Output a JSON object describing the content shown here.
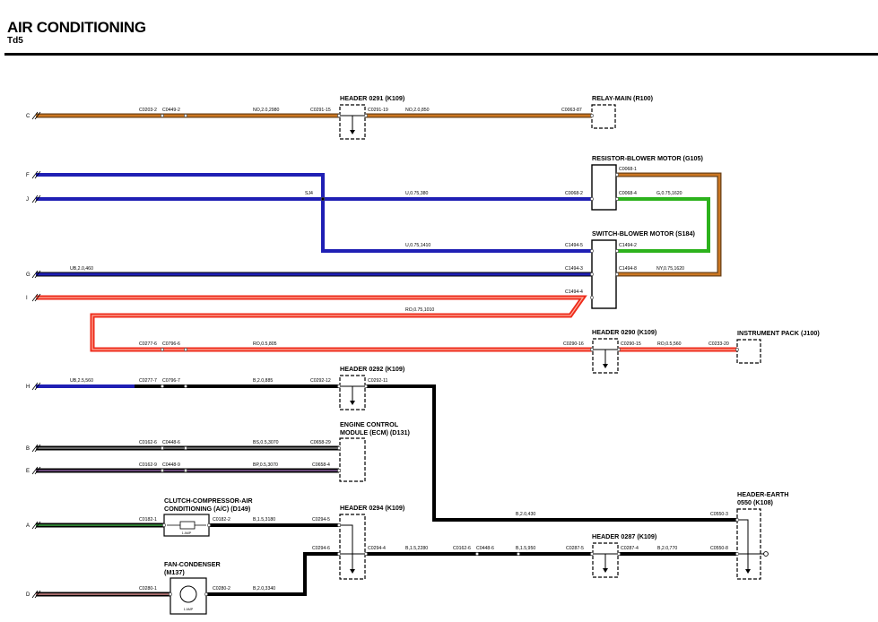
{
  "header": {
    "title": "AIR CONDITIONING",
    "subtitle": "Td5"
  },
  "endpoints": [
    "C",
    "F",
    "J",
    "G",
    "I",
    "H",
    "B",
    "E",
    "A",
    "D"
  ],
  "components": {
    "header_0291": "HEADER 0291 (K109)",
    "relay_main": "RELAY-MAIN (R100)",
    "resistor": "RESISTOR-BLOWER MOTOR (G105)",
    "switch": "SWITCH-BLOWER MOTOR (S184)",
    "header_0290": "HEADER 0290 (K109)",
    "instrument_pack": "INSTRUMENT PACK (J100)",
    "header_0292": "HEADER 0292 (K109)",
    "ecm_1": "ENGINE CONTROL",
    "ecm_2": "MODULE (ECM) (D131)",
    "clutch_1": "CLUTCH-COMPRESSOR-AIR",
    "clutch_2": "CONDITIONING (A/C) (D149)",
    "header_0294": "HEADER 0294 (K109)",
    "fan_1": "FAN-CONDENSER",
    "fan_2": "(M137)",
    "header_0287": "HEADER 0287 (K109)",
    "earth_1": "HEADER-EARTH",
    "earth_2": "0550 (K108)",
    "amp_1": "1 AMP",
    "amp_2": "1 AMP"
  },
  "labels": {
    "c_1": "C0203-2",
    "c_2": "C0449-2",
    "c_3": "NO,2.0,2980",
    "c_4": "C0291-15",
    "c_5": "C0291-19",
    "c_6": "NO,2.0,850",
    "c_7": "C0063-87",
    "r_1": "C0068-1",
    "r_2": "C0068-2",
    "r_3": "C0068-4",
    "r_4": "G,0.75,1620",
    "j_1": "SJ4",
    "j_2": "U,0.75,380",
    "f_1": "U,0.75,1410",
    "f_2": "C1494-5",
    "s_1": "C1494-2",
    "g_1": "UB,2.0,460",
    "g_2": "C1494-3",
    "s_2": "C1494-8",
    "s_3": "NY,0.75,1620",
    "i_1": "C1494-4",
    "i_2": "RO,0.75,1010",
    "ro_1": "C0277-6",
    "ro_2": "C0796-6",
    "ro_3": "RO,0.5,805",
    "ro_4": "C0290-16",
    "ro_5": "C0290-15",
    "ro_6": "RO,0.5,560",
    "ro_7": "C0233-20",
    "h_1": "UB,2.5,560",
    "h_2": "C0277-7",
    "h_3": "C0796-7",
    "h_4": "B,2.0,885",
    "h_5": "C0292-12",
    "h_6": "C0292-11",
    "b_1": "C0162-6",
    "b_2": "C0448-6",
    "b_3": "BS,0.5,3070",
    "b_4": "C0658-29",
    "e_1": "C0162-9",
    "e_2": "C0448-9",
    "e_3": "BP,0.5,3070",
    "e_4": "C0658-4",
    "a_1": "C0182-1",
    "a_2": "C0182-2",
    "a_3": "B,1.5,3180",
    "a_4": "C0294-5",
    "ea_1": "B,2.0,430",
    "ea_2": "C0550-3",
    "d_1": "C0280-1",
    "d_2": "C0280-2",
    "d_3": "B,2.0,3340",
    "d_4": "C0294-6",
    "k_1": "C0294-4",
    "k_2": "B,1.5,2280",
    "k_3": "C0162-6",
    "k_4": "C0448-6",
    "k_5": "B,1.5,950",
    "k_6": "C0287-5",
    "k_7": "C0287-4",
    "k_8": "B,2.0,770",
    "k_9": "C0550-8"
  },
  "colors": {
    "orange": "#cc7722",
    "brown": "#6b4218",
    "blue": "#1f1fb4",
    "red": "#ee2a1a",
    "green": "#2cb21c",
    "black": "#000000",
    "purple": "#7a44a4",
    "dark_green": "#2e7d32",
    "violet_trace": "#8b5fa0",
    "pink": "#d88a8a"
  }
}
